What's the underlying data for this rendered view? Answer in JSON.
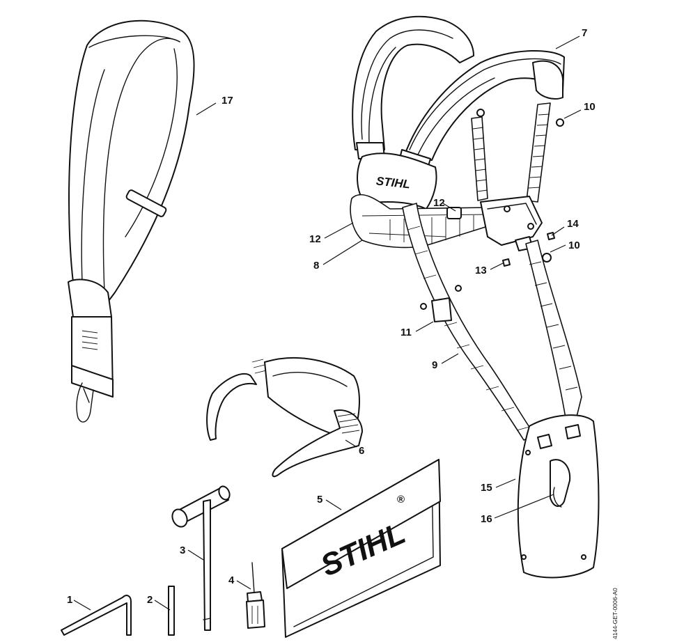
{
  "diagram": {
    "part_labels": [
      {
        "id": "17",
        "text": "17"
      },
      {
        "id": "7",
        "text": "7"
      },
      {
        "id": "10a",
        "text": "10"
      },
      {
        "id": "12a",
        "text": "12"
      },
      {
        "id": "12b",
        "text": "12"
      },
      {
        "id": "14",
        "text": "14"
      },
      {
        "id": "10b",
        "text": "10"
      },
      {
        "id": "8",
        "text": "8"
      },
      {
        "id": "13",
        "text": "13"
      },
      {
        "id": "11",
        "text": "11"
      },
      {
        "id": "9",
        "text": "9"
      },
      {
        "id": "6",
        "text": "6"
      },
      {
        "id": "15",
        "text": "15"
      },
      {
        "id": "5",
        "text": "5"
      },
      {
        "id": "16",
        "text": "16"
      },
      {
        "id": "3",
        "text": "3"
      },
      {
        "id": "4",
        "text": "4"
      },
      {
        "id": "1",
        "text": "1"
      },
      {
        "id": "2",
        "text": "2"
      }
    ],
    "brand_marks": {
      "harness": "STIHL",
      "pouch": "STIHL",
      "registered": "®"
    },
    "reference_code": "4144-GET-0006-A0"
  }
}
